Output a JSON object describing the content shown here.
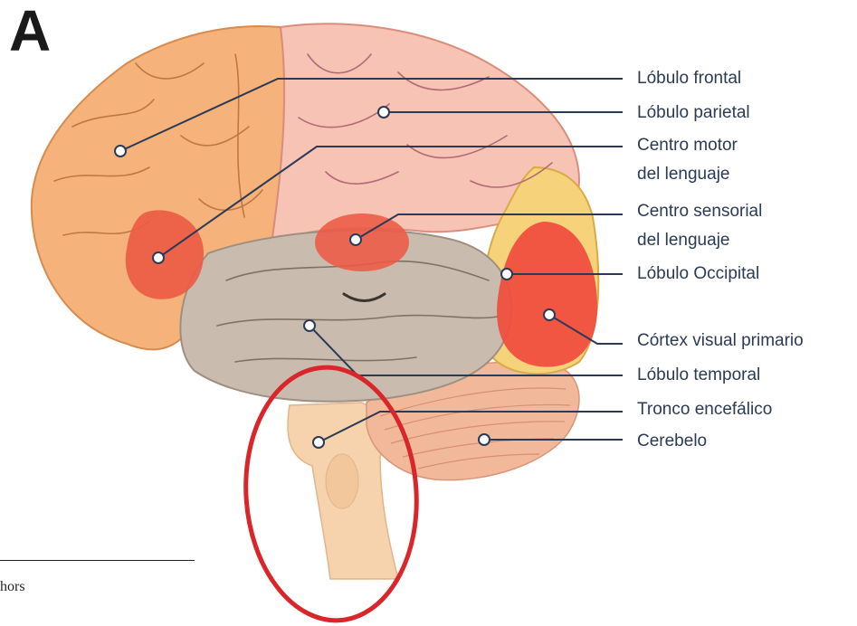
{
  "panel_letter": "A",
  "labels": {
    "frontal": "Lóbulo frontal",
    "parietal": "Lóbulo parietal",
    "motor_1": "Centro motor",
    "motor_2": "del lenguaje",
    "sensorial_1": "Centro sensorial",
    "sensorial_2": "del lenguaje",
    "occipital": "Lóbulo Occipital",
    "visual": "Córtex visual primario",
    "temporal": "Lóbulo temporal",
    "tronco": "Tronco encefálico",
    "cerebelo": "Cerebelo"
  },
  "footnote": "hors",
  "colors": {
    "frontal": "#f5b27a",
    "parietal": "#f7c3b4",
    "temporal": "#c9bcae",
    "occipital": "#f6d27a",
    "speech_centers": "#ec5a45",
    "visual_cortex": "#ef4f3f",
    "cerebellum": "#f2b89a",
    "brainstem": "#f6d3ad",
    "leader_line": "#2b3a55",
    "highlight_circle": "#d9262b"
  }
}
